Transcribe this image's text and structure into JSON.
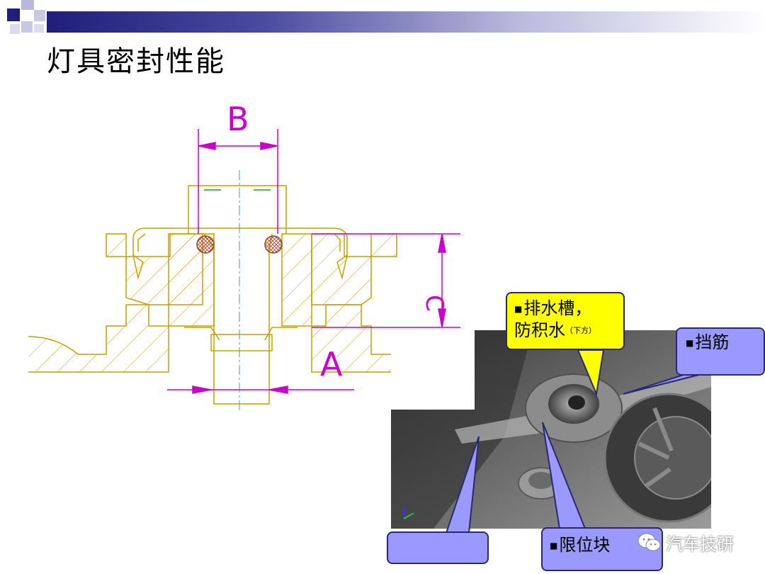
{
  "slide": {
    "title": "灯具密封性能"
  },
  "drawing": {
    "dim_b": "B",
    "dim_c": "C",
    "dim_a": "A"
  },
  "callouts": {
    "drain_slot_line1": "排水槽，",
    "drain_slot_line2": "防积水",
    "drain_slot_note": "（下方）",
    "rib": "挡筋",
    "stop_block": "限位块",
    "bullet": "■"
  },
  "watermark": {
    "text": "汽车技研"
  },
  "colors": {
    "dimension": "#cc00cc",
    "outline": "#c8a000",
    "title_bar": "#1f1f7a",
    "callout_yellow": "#ffff00",
    "callout_blue": "#9999ff"
  }
}
